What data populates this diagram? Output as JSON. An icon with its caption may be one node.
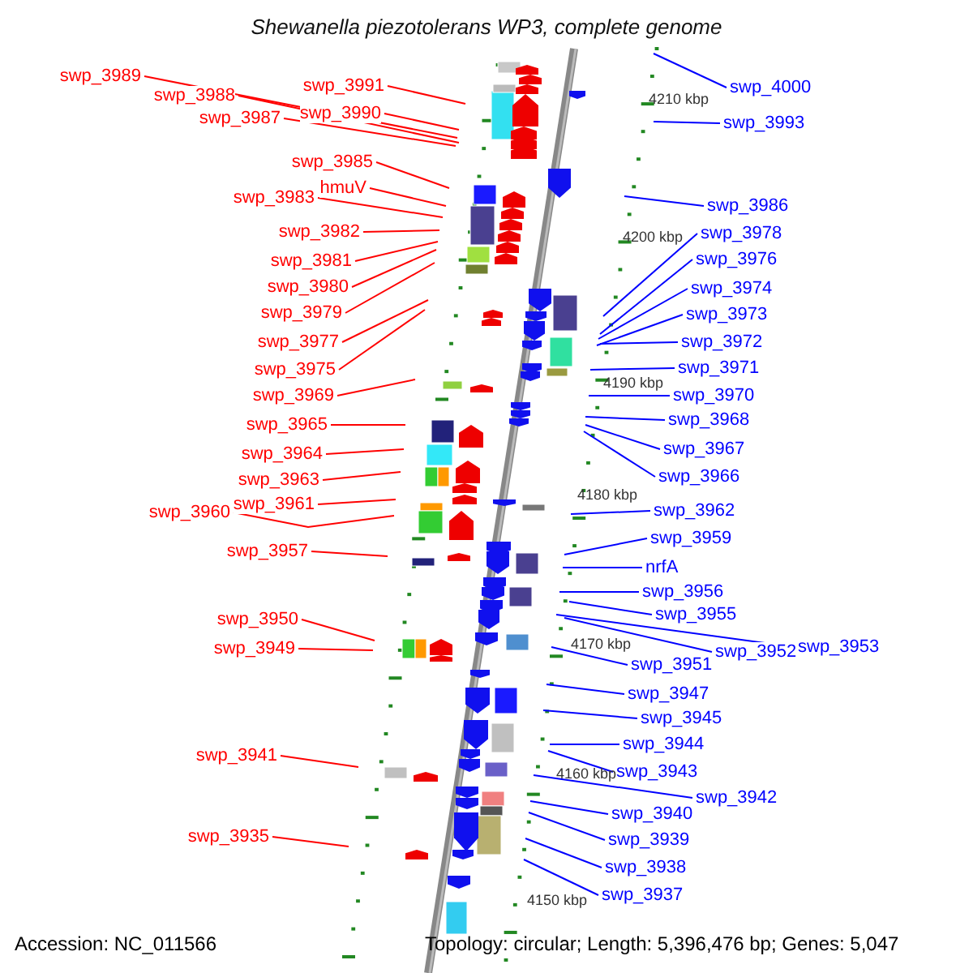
{
  "diagram": {
    "title": "Shewanella piezotolerans WP3, complete genome",
    "nodes": [
      {
        "text": [
          "swp_3989"
        ]
      },
      {
        "text": [
          "swp_3988"
        ]
      },
      {
        "text": [
          "swp_3987"
        ]
      },
      {
        "text": [
          "swp_3991"
        ]
      },
      {
        "text": [
          "swp_3990"
        ]
      },
      {
        "text": [
          "swp_3985"
        ]
      },
      {
        "text": [
          "hmuV"
        ]
      },
      {
        "text": [
          "swp_3983"
        ]
      },
      {
        "text": [
          "swp_3982"
        ]
      },
      {
        "text": [
          "swp_3981"
        ]
      },
      {
        "text": [
          "swp_3980"
        ]
      },
      {
        "text": [
          "swp_3979"
        ]
      },
      {
        "text": [
          "swp_3977"
        ]
      },
      {
        "text": [
          "swp_3975"
        ]
      },
      {
        "text": [
          "swp_3969"
        ]
      },
      {
        "text": [
          "swp_3965"
        ]
      },
      {
        "text": [
          "swp_3964"
        ]
      },
      {
        "text": [
          "swp_3963"
        ]
      },
      {
        "text": [
          "swp_3961"
        ]
      },
      {
        "text": [
          "swp_3960"
        ]
      },
      {
        "text": [
          "swp_3957"
        ]
      },
      {
        "text": [
          "swp_3950"
        ]
      },
      {
        "text": [
          "swp_3949"
        ]
      },
      {
        "text": [
          "swp_3941"
        ]
      },
      {
        "text": [
          "swp_3935"
        ]
      },
      {
        "text": [
          "swp_4000"
        ]
      },
      {
        "text": [
          "swp_3993"
        ]
      },
      {
        "text": [
          "swp_3986"
        ]
      },
      {
        "text": [
          "swp_3978"
        ]
      },
      {
        "text": [
          "swp_3976"
        ]
      },
      {
        "text": [
          "swp_3974"
        ]
      },
      {
        "text": [
          "swp_3973"
        ]
      },
      {
        "text": [
          "swp_3972"
        ]
      },
      {
        "text": [
          "swp_3971"
        ]
      },
      {
        "text": [
          "swp_3970"
        ]
      },
      {
        "text": [
          "swp_3968"
        ]
      },
      {
        "text": [
          "swp_3967"
        ]
      },
      {
        "text": [
          "swp_3966"
        ]
      },
      {
        "text": [
          "swp_3962"
        ]
      },
      {
        "text": [
          "swp_3959"
        ]
      },
      {
        "text": [
          "nrfA"
        ]
      },
      {
        "text": [
          "swp_3956"
        ]
      },
      {
        "text": [
          "swp_3955"
        ]
      },
      {
        "text": [
          "swp_3952"
        ]
      },
      {
        "text": [
          "swp_3953"
        ]
      },
      {
        "text": [
          "swp_3951"
        ]
      },
      {
        "text": [
          "swp_3947"
        ]
      },
      {
        "text": [
          "swp_3945"
        ]
      },
      {
        "text": [
          "swp_3944"
        ]
      },
      {
        "text": [
          "swp_3943"
        ]
      },
      {
        "text": [
          "swp_3942"
        ]
      },
      {
        "text": [
          "swp_3940"
        ]
      },
      {
        "text": [
          "swp_3939"
        ]
      },
      {
        "text": [
          "swp_3938"
        ]
      },
      {
        "text": [
          "swp_3937"
        ]
      }
    ],
    "edges": [
      {
        "from": 0,
        "to": null,
        "arrow": "none",
        "color": "#ff0000"
      },
      {
        "from": 1,
        "to": null,
        "arrow": "none",
        "color": "#ff0000"
      },
      {
        "from": 2,
        "to": null,
        "arrow": "none",
        "color": "#ff0000"
      },
      {
        "from": 3,
        "to": null,
        "arrow": "none",
        "color": "#ff0000"
      },
      {
        "from": 4,
        "to": null,
        "arrow": "none",
        "color": "#ff0000"
      },
      {
        "from": 5,
        "to": null,
        "arrow": "none",
        "color": "#ff0000"
      },
      {
        "from": 6,
        "to": null,
        "arrow": "none",
        "color": "#ff0000"
      },
      {
        "from": 7,
        "to": null,
        "arrow": "none",
        "color": "#ff0000"
      },
      {
        "from": 8,
        "to": null,
        "arrow": "none",
        "color": "#ff0000"
      },
      {
        "from": 9,
        "to": null,
        "arrow": "none",
        "color": "#ff0000"
      },
      {
        "from": 10,
        "to": null,
        "arrow": "none",
        "color": "#ff0000"
      },
      {
        "from": 11,
        "to": null,
        "arrow": "none",
        "color": "#ff0000"
      },
      {
        "from": 12,
        "to": null,
        "arrow": "none",
        "color": "#ff0000"
      },
      {
        "from": 13,
        "to": null,
        "arrow": "none",
        "color": "#ff0000"
      },
      {
        "from": 14,
        "to": null,
        "arrow": "none",
        "color": "#ff0000"
      },
      {
        "from": 15,
        "to": null,
        "arrow": "none",
        "color": "#ff0000"
      },
      {
        "from": 16,
        "to": null,
        "arrow": "none",
        "color": "#ff0000"
      },
      {
        "from": 17,
        "to": null,
        "arrow": "none",
        "color": "#ff0000"
      },
      {
        "from": 18,
        "to": null,
        "arrow": "none",
        "color": "#ff0000"
      },
      {
        "from": 19,
        "to": null,
        "arrow": "none",
        "color": "#ff0000"
      },
      {
        "from": 20,
        "to": null,
        "arrow": "none",
        "color": "#ff0000"
      },
      {
        "from": 21,
        "to": null,
        "arrow": "none",
        "color": "#ff0000"
      },
      {
        "from": 22,
        "to": null,
        "arrow": "none",
        "color": "#ff0000"
      },
      {
        "from": 23,
        "to": null,
        "arrow": "none",
        "color": "#ff0000"
      },
      {
        "from": 24,
        "to": null,
        "arrow": "none",
        "color": "#ff0000"
      },
      {
        "from": 25,
        "to": null,
        "arrow": "none"
      },
      {
        "from": 26,
        "to": null,
        "arrow": "none"
      },
      {
        "from": 27,
        "to": null,
        "arrow": "none"
      },
      {
        "from": 28,
        "to": null,
        "arrow": "none"
      },
      {
        "from": 29,
        "to": null,
        "arrow": "none"
      },
      {
        "from": 30,
        "to": null,
        "arrow": "none"
      },
      {
        "from": 31,
        "to": null,
        "arrow": "none"
      },
      {
        "from": 32,
        "to": null,
        "arrow": "none"
      },
      {
        "from": 33,
        "to": null,
        "arrow": "none"
      },
      {
        "from": 34,
        "to": null,
        "arrow": "none"
      },
      {
        "from": 35,
        "to": null,
        "arrow": "none"
      },
      {
        "from": 36,
        "to": null,
        "arrow": "none"
      },
      {
        "from": 37,
        "to": null,
        "arrow": "none"
      },
      {
        "from": 38,
        "to": null,
        "arrow": "none"
      },
      {
        "from": 39,
        "to": null,
        "arrow": "none"
      },
      {
        "from": 40,
        "to": null,
        "arrow": "none"
      },
      {
        "from": 41,
        "to": null,
        "arrow": "none"
      },
      {
        "from": 42,
        "to": null,
        "arrow": "none"
      },
      {
        "from": 43,
        "to": null,
        "arrow": "none"
      },
      {
        "from": 44,
        "to": null,
        "arrow": "none"
      },
      {
        "from": 45,
        "to": null,
        "arrow": "none"
      },
      {
        "from": 46,
        "to": null,
        "arrow": "none"
      },
      {
        "from": 47,
        "to": null,
        "arrow": "none"
      },
      {
        "from": 48,
        "to": null,
        "arrow": "none"
      },
      {
        "from": 49,
        "to": null,
        "arrow": "none"
      },
      {
        "from": 50,
        "to": null,
        "arrow": "none"
      },
      {
        "from": 51,
        "to": null,
        "arrow": "none"
      },
      {
        "from": 52,
        "to": null,
        "arrow": "none"
      },
      {
        "from": 53,
        "to": null,
        "arrow": "none"
      },
      {
        "from": 54,
        "to": null,
        "arrow": "none"
      }
    ],
    "labels": [
      "4210 kbp",
      "4200 kbp",
      "4190 kbp",
      "4180 kbp",
      "4170 kbp",
      "4160 kbp",
      "4150 kbp",
      "Accession: NC_011566",
      "Topology: circular; Length: 5,396,476 bp; Genes: 5,047"
    ]
  }
}
